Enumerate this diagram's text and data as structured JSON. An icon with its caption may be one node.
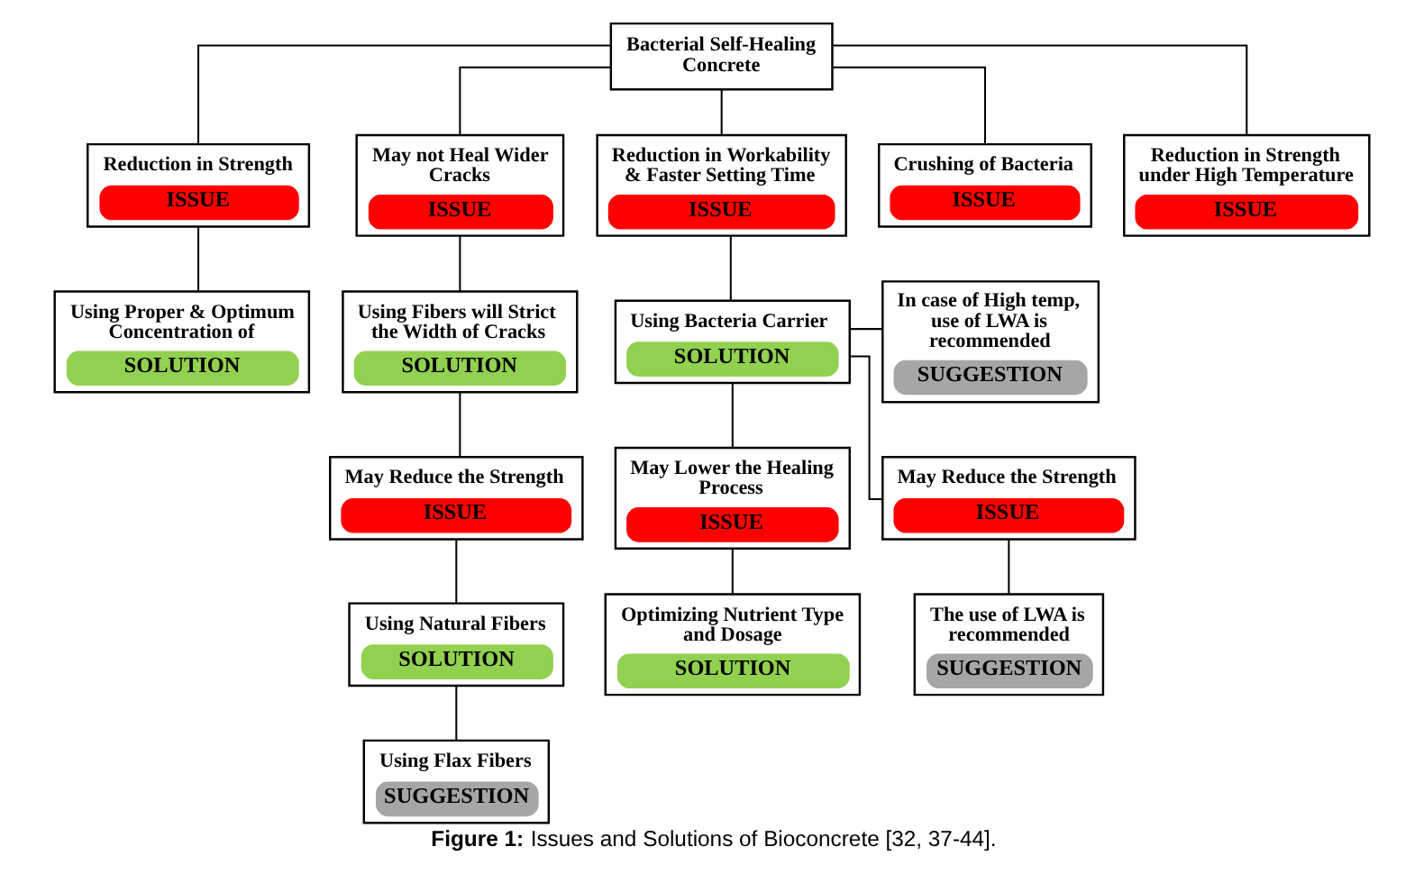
{
  "diagram": {
    "caption": "**Figure 1:** Issues and Solutions of Bioconcrete [32, 37-44].",
    "nodes": [
      {
        "text": [
          "Bacterial Self-Healing Concrete"
        ]
      },
      {
        "text": [
          "Reduction in Strength",
          "ISSUE"
        ]
      },
      {
        "text": [
          "May not Heal Wider Cracks",
          "ISSUE"
        ]
      },
      {
        "text": [
          "Reduction in Workability & Faster Setting Time",
          "ISSUE"
        ]
      },
      {
        "text": [
          "Crushing of Bacteria",
          "ISSUE"
        ]
      },
      {
        "text": [
          "Reduction in Strength under High Temperature",
          "ISSUE"
        ]
      },
      {
        "text": [
          "Using Proper & Optimum Concentration of",
          "SOLUTION"
        ]
      },
      {
        "text": [
          "Using Fibers will Strict the Width of Cracks",
          "SOLUTION"
        ]
      },
      {
        "text": [
          "Using Bacteria Carrier",
          "SOLUTION"
        ]
      },
      {
        "text": [
          "In case of High temp, use of LWA is recommended",
          "SUGGESTION"
        ]
      },
      {
        "text": [
          "May Reduce the Strength",
          "ISSUE"
        ]
      },
      {
        "text": [
          "May Lower the Healing Process",
          "ISSUE"
        ]
      },
      {
        "text": [
          "May Reduce the Strength",
          "ISSUE"
        ]
      },
      {
        "text": [
          "Using Natural Fibers",
          "SOLUTION"
        ]
      },
      {
        "text": [
          "Optimizing Nutrient Type and Dosage",
          "SOLUTION"
        ]
      },
      {
        "text": [
          "The use of LWA is recommended",
          "SUGGESTION"
        ]
      },
      {
        "text": [
          "Using Flax Fibers",
          "SUGGESTION"
        ]
      }
    ],
    "edges": [
      {
        "from": 0,
        "to": 1,
        "arrow": "none"
      },
      {
        "from": 0,
        "to": 2,
        "arrow": "none"
      },
      {
        "from": 0,
        "to": 3,
        "arrow": "none"
      },
      {
        "from": 0,
        "to": 4,
        "arrow": "none"
      },
      {
        "from": 0,
        "to": 5,
        "arrow": "none"
      },
      {
        "from": 1,
        "to": 6,
        "arrow": "none"
      },
      {
        "from": 2,
        "to": 7,
        "arrow": "none"
      },
      {
        "from": 3,
        "to": 8,
        "arrow": "none"
      },
      {
        "from": 8,
        "to": 9,
        "arrow": "none"
      },
      {
        "from": 7,
        "to": 10,
        "arrow": "none"
      },
      {
        "from": 8,
        "to": 11,
        "arrow": "none"
      },
      {
        "from": 8,
        "to": 12,
        "arrow": "none"
      },
      {
        "from": 10,
        "to": 13,
        "arrow": "none"
      },
      {
        "from": 11,
        "to": 14,
        "arrow": "none"
      },
      {
        "from": 12,
        "to": 15,
        "arrow": "none"
      },
      {
        "from": 13,
        "to": 16,
        "arrow": "none"
      }
    ]
  }
}
